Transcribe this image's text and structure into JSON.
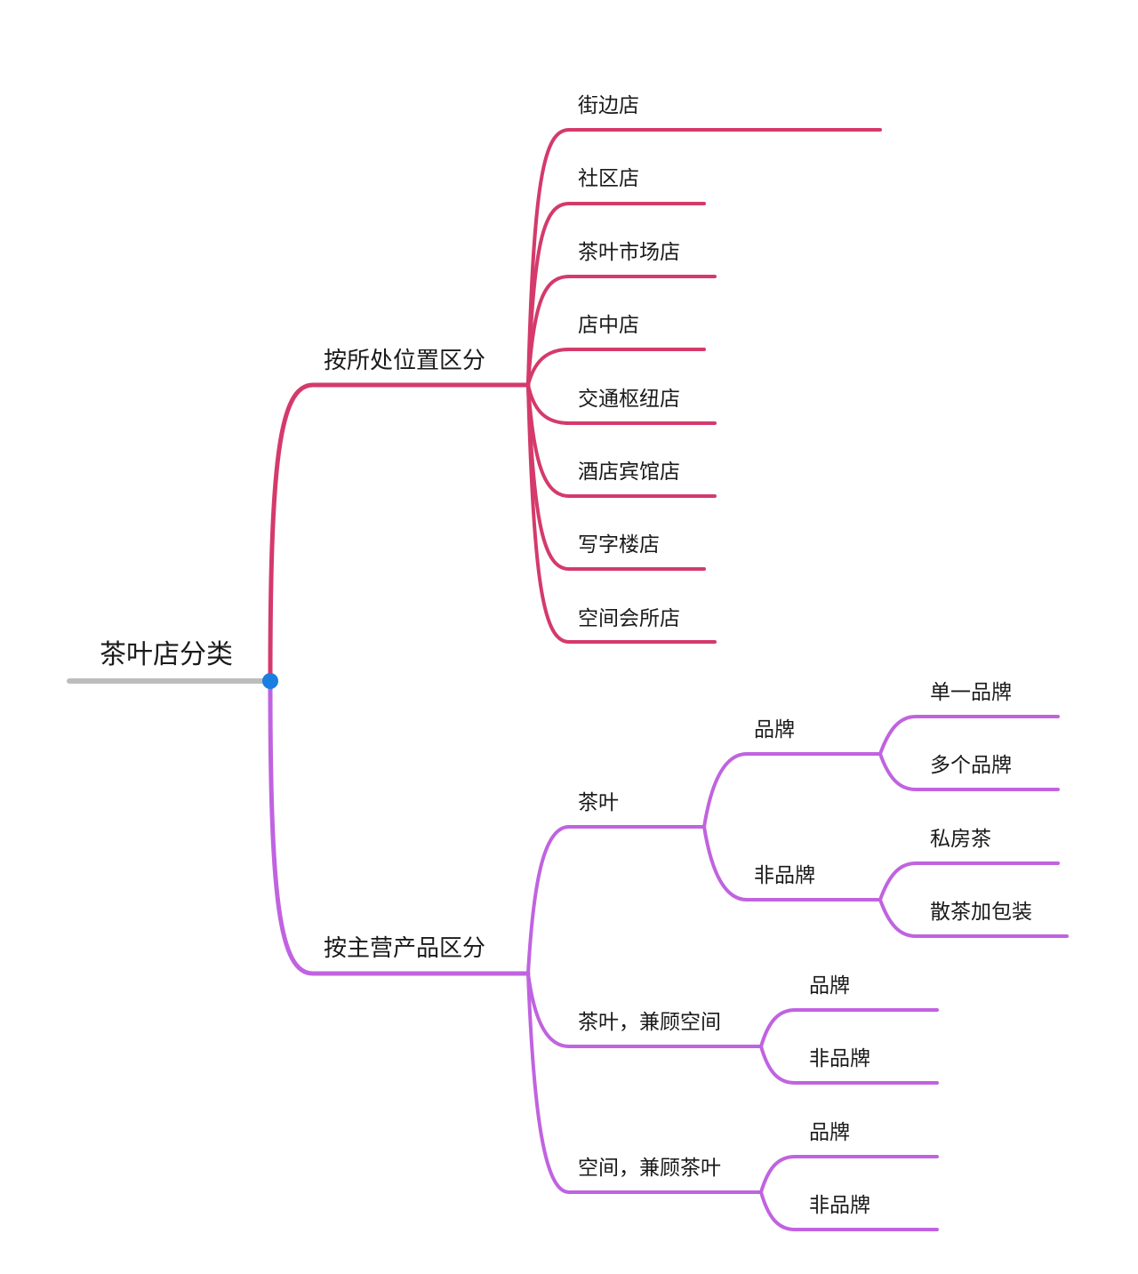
{
  "colors": {
    "root_line": "#bdbdbd",
    "root_dot": "#1a7fe0",
    "location_branch": "#d43a6b",
    "product_branch": "#c063e0"
  },
  "root": {
    "label": "茶叶店分类"
  },
  "location": {
    "label": "按所处位置区分",
    "items": [
      "街边店",
      "社区店",
      "茶叶市场店",
      "店中店",
      "交通枢纽店",
      "酒店宾馆店",
      "写字楼店",
      "空间会所店"
    ]
  },
  "product": {
    "label": "按主营产品区分",
    "tea": {
      "label": "茶叶",
      "brand": {
        "label": "品牌",
        "items": [
          "单一品牌",
          "多个品牌"
        ]
      },
      "nonbrand": {
        "label": "非品牌",
        "items": [
          "私房茶",
          "散茶加包装"
        ]
      }
    },
    "tea_space": {
      "label": "茶叶，兼顾空间",
      "items": [
        "品牌",
        "非品牌"
      ]
    },
    "space_tea": {
      "label": "空间，兼顾茶叶",
      "items": [
        "品牌",
        "非品牌"
      ]
    }
  }
}
